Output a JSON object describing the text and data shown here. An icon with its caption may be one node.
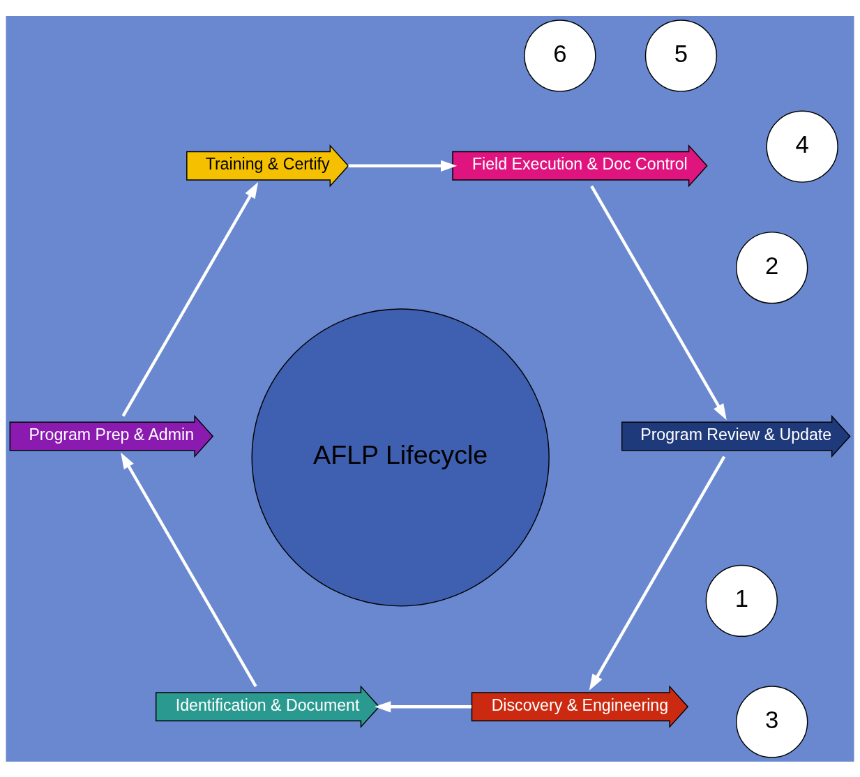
{
  "diagram": {
    "nodes": [
      {
        "text": [
          "AFLP Lifecycle"
        ]
      },
      {
        "text": [
          "1"
        ]
      },
      {
        "text": [
          "Discovery & Engineering"
        ]
      },
      {
        "text": [
          "2"
        ]
      },
      {
        "text": [
          "Identification & Document"
        ]
      },
      {
        "text": [
          "3"
        ]
      },
      {
        "text": [
          "Program Prep & Admin"
        ]
      },
      {
        "text": [
          "4"
        ]
      },
      {
        "text": [
          "Training & Certify"
        ]
      },
      {
        "text": [
          "5"
        ]
      },
      {
        "text": [
          "Field Execution & Doc Control"
        ]
      },
      {
        "text": [
          "6"
        ]
      },
      {
        "text": [
          "Program Review & Update"
        ]
      }
    ],
    "edges": [
      {
        "from": 2,
        "to": 4,
        "arrow": "to"
      },
      {
        "from": 4,
        "to": 6,
        "arrow": "to"
      },
      {
        "from": 6,
        "to": 8,
        "arrow": "to"
      },
      {
        "from": 8,
        "to": 10,
        "arrow": "to"
      },
      {
        "from": 10,
        "to": 12,
        "arrow": "to"
      },
      {
        "from": 12,
        "to": 2,
        "arrow": "to"
      }
    ]
  }
}
